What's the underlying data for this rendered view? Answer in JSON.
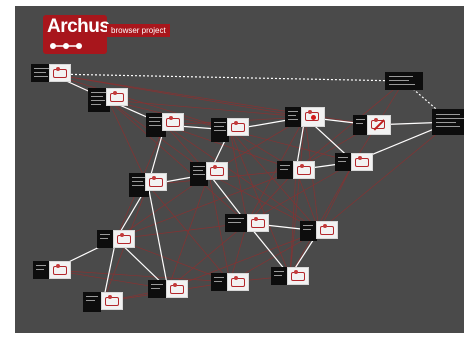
{
  "app": {
    "title": "Archus",
    "tagline": "browser project"
  },
  "palette": {
    "background": "#4a4a4a",
    "node_dark": "#0d0d0d",
    "node_light": "#f2f2f2",
    "accent": "#a8161c",
    "link": "#9b2a2a",
    "link_highlight": "#ffffff"
  },
  "icons": [
    "archus-logo",
    "red-dot-icon",
    "red-slash-icon"
  ]
}
